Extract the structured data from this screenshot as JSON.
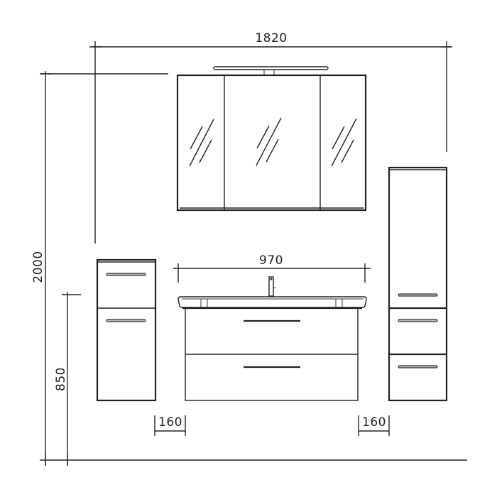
{
  "drawing": {
    "type": "bathroom furniture elevation",
    "dimensions": {
      "overall_width": "1820",
      "overall_height": "2000",
      "vanity_height": "850",
      "vanity_width": "970",
      "left_gap": "160",
      "right_gap": "160"
    },
    "components": [
      {
        "name": "mirror-cabinet",
        "doors": 3
      },
      {
        "name": "led-light-bar"
      },
      {
        "name": "left-side-cabinet",
        "fronts": 2
      },
      {
        "name": "washbasin-vanity",
        "drawers": 2
      },
      {
        "name": "faucet"
      },
      {
        "name": "tall-cabinet",
        "fronts": 3
      }
    ],
    "colors": {
      "line": "#222222",
      "background": "#ffffff",
      "handle_fill": "#bbbbbb"
    }
  }
}
